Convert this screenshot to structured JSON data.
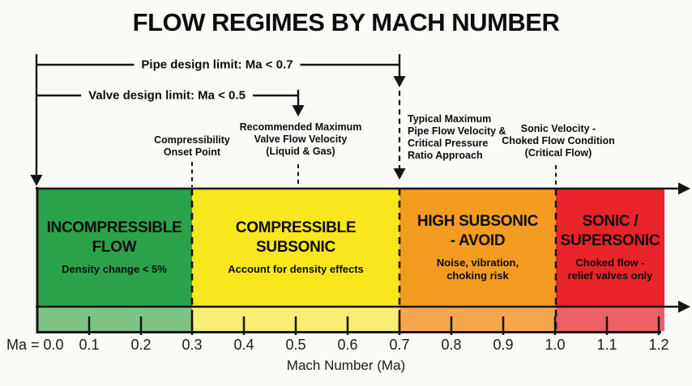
{
  "title": "FLOW REGIMES BY MACH NUMBER",
  "brackets": {
    "pipe_limit": "Pipe design limit: Ma < 0.7",
    "valve_limit": "Valve design limit: Ma < 0.5"
  },
  "annotations": {
    "compressibility_onset": "Compressibility\nOnset Point",
    "recommended_max_valve": "Recommended Maximum\nValve Flow Velocity\n(Liquid & Gas)",
    "typical_max_pipe": "Typical Maximum\nPipe Flow Velocity &\nCritical Pressure\nRatio Approach",
    "sonic_velocity": "Sonic Velocity -\nChoked Flow Condition\n(Critical Flow)"
  },
  "bands": [
    {
      "title": "INCOMPRESSIBLE\nFLOW",
      "subtitle": "Density change < 5%",
      "ma_from": 0.0,
      "ma_to": 0.3,
      "color": "#2ba24a",
      "light_color": "#7dc386"
    },
    {
      "title": "COMPRESSIBLE\nSUBSONIC",
      "subtitle": "Account for density effects",
      "ma_from": 0.3,
      "ma_to": 0.7,
      "color": "#f8e71d",
      "light_color": "#f8ee73"
    },
    {
      "title": "HIGH SUBSONIC\n- AVOID",
      "subtitle": "Noise, vibration,\nchoking risk",
      "ma_from": 0.7,
      "ma_to": 1.0,
      "color": "#f49b22",
      "light_color": "#f5a750"
    },
    {
      "title": "SONIC /\nSUPERSONIC",
      "subtitle": "Choked flow -\nrelief valves only",
      "ma_from": 1.0,
      "ma_to": 1.2,
      "color": "#e82329",
      "light_color": "#ec6066"
    }
  ],
  "axis": {
    "ma_label": "Ma = 0.0",
    "ticks": [
      "0.1",
      "0.2",
      "0.3",
      "0.4",
      "0.5",
      "0.6",
      "0.7",
      "0.8",
      "0.9",
      "1.0",
      "1.1",
      "1.2"
    ],
    "caption": "Mach Number (Ma)"
  },
  "line_color": "#151515"
}
